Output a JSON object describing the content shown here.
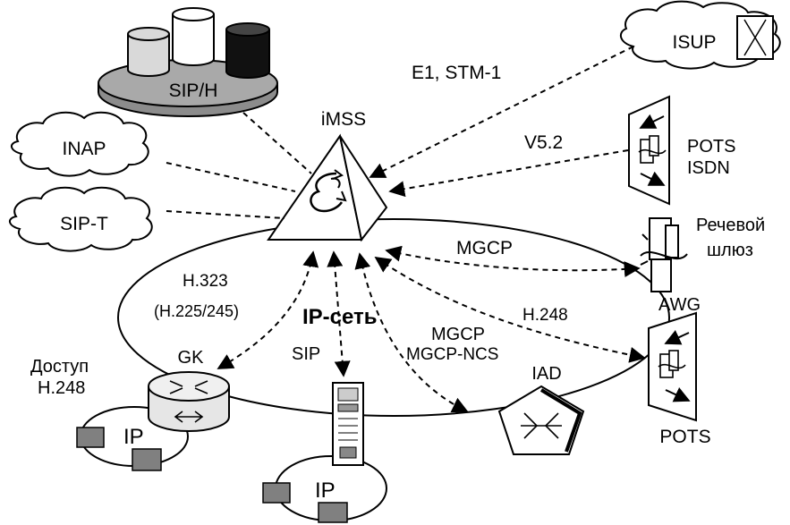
{
  "labels": {
    "sip_h": "SIP/H",
    "imss": "iMSS",
    "inap": "INAP",
    "sip_t": "SIP-T",
    "isup": "ISUP",
    "e1_stm1": "E1, STM-1",
    "v52": "V5.2",
    "pots_isdn_line1": "POTS",
    "pots_isdn_line2": "ISDN",
    "speech_gw_line1": "Речевой",
    "speech_gw_line2": "шлюз",
    "awg": "AWG",
    "mgcp_top": "MGCP",
    "h248_mid": "H.248",
    "h323": "H.323",
    "h225_245": "(H.225/245)",
    "ip_network": "IP-сеть",
    "mgcp_mid": "MGCP",
    "mgcp_ncs": "MGCP-NCS",
    "sip": "SIP",
    "gk": "GK",
    "access_line1": "Доступ",
    "access_line2": "H.248",
    "iad": "IAD",
    "pots_bottom": "POTS",
    "ip_left": "IP",
    "ip_bottom": "IP"
  },
  "colors": {
    "line": "#000000",
    "platform_fill": "#a9a9a9",
    "cylinder_light": "#d9d9d9",
    "cylinder_white": "#ffffff",
    "cylinder_dark": "#111111",
    "terminal_fill": "#808080",
    "router_fill": "#e6e6e6"
  }
}
